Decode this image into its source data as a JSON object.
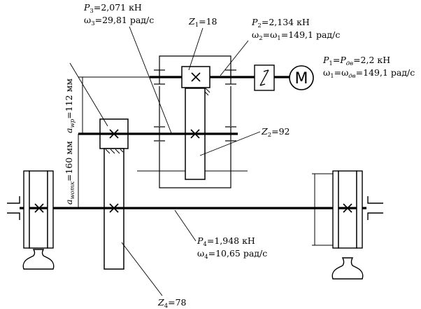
{
  "labels": {
    "p3": {
      "sym": "P",
      "sub": "3",
      "val": "=2,071 кН"
    },
    "w3": {
      "sym": "ω",
      "sub": "3",
      "val": "=29,81 рад/с"
    },
    "z1": {
      "sym": "Z",
      "sub": "1",
      "val": "=18"
    },
    "p2": {
      "sym": "P",
      "sub": "2",
      "val": "=2,134 кН"
    },
    "w2": {
      "sym": "ω",
      "sub": "2",
      "mid": "=ω",
      "sub2": "1",
      "val": "=149,1 рад/с"
    },
    "p1": {
      "sym": "P",
      "sub": "1",
      "mid": "=P",
      "sub2": "дв",
      "val": "=2,2 кН"
    },
    "w1": {
      "sym": "ω",
      "sub": "1",
      "mid": "=ω",
      "sub2": "дв",
      "val": "=149,1 рад/с"
    },
    "z2": {
      "sym": "Z",
      "sub": "2",
      "val": "=92"
    },
    "p4": {
      "sym": "P",
      "sub": "4",
      "val": "=1,948 кН"
    },
    "w4": {
      "sym": "ω",
      "sub": "4",
      "val": "=10,65 рад/с"
    },
    "z4": {
      "sym": "Z",
      "sub": "4",
      "val": "=78"
    },
    "a_up": {
      "sym": "a",
      "sub": "wр",
      "val": "=112 мм"
    },
    "a_low": {
      "sym": "a",
      "sub": "wотк",
      "val": "=160 мм"
    }
  },
  "motor_symbol": "M"
}
